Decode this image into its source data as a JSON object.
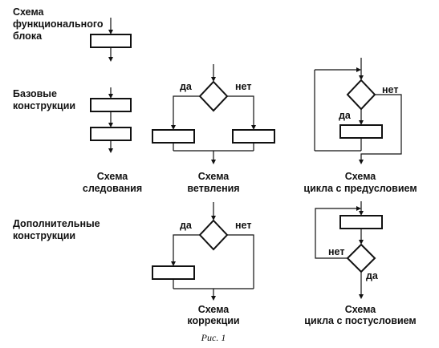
{
  "labels": {
    "functional_block": [
      "Схема",
      "функционального",
      "блока"
    ],
    "basic": [
      "Базовые",
      "конструкции"
    ],
    "additional": [
      "Дополнительные",
      "конструкции"
    ]
  },
  "captions": {
    "sequence": [
      "Схема",
      "следования"
    ],
    "branching": [
      "Схема",
      "ветвления"
    ],
    "precondition": [
      "Схема",
      "цикла с предусловием"
    ],
    "correction": [
      "Схема",
      "коррекции"
    ],
    "postcondition": [
      "Схема",
      "цикла с постусловием"
    ]
  },
  "branch_labels": {
    "yes": "да",
    "no": "нет"
  },
  "figure_caption": "Рис. 1"
}
